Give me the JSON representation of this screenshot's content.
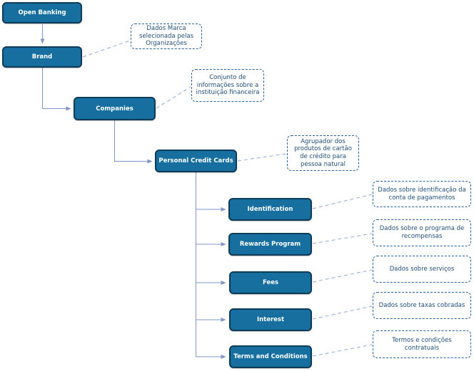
{
  "diagram": {
    "type": "hierarchy-mindmap",
    "colors": {
      "node_fill": "#166f9e",
      "node_border": "#0d3b58",
      "node_text": "#ffffff",
      "note_border": "#2a6099",
      "note_text": "#1f4e79",
      "connector": "#8195c9",
      "dashed_connector": "#93a7d7"
    },
    "nodes": [
      {
        "id": "open-banking",
        "label": "Open Banking",
        "level": 0
      },
      {
        "id": "brand",
        "label": "Brand",
        "level": 1
      },
      {
        "id": "companies",
        "label": "Companies",
        "level": 2
      },
      {
        "id": "personal-credit-cards",
        "label": "Personal Credit Cards",
        "level": 3
      },
      {
        "id": "identification",
        "label": "Identification",
        "level": 4
      },
      {
        "id": "rewards-program",
        "label": "Rewards Program",
        "level": 4
      },
      {
        "id": "fees",
        "label": "Fees",
        "level": 4
      },
      {
        "id": "interest",
        "label": "Interest",
        "level": 4
      },
      {
        "id": "terms-and-conditions",
        "label": "Terms and Conditions",
        "level": 4
      }
    ],
    "notes": [
      {
        "for": "brand",
        "text": "Dados Marca selecionada pelas Organizações"
      },
      {
        "for": "companies",
        "text": "Conjunto de informações sobre a instituição financeira"
      },
      {
        "for": "personal-credit-cards",
        "text": "Agrupador dos produtos de cartão de crédito para pessoa natural"
      },
      {
        "for": "identification",
        "text": "Dados sobre identificação da conta de pagamentos"
      },
      {
        "for": "rewards-program",
        "text": "Dados sobre o programa de recompensas"
      },
      {
        "for": "fees",
        "text": "Dados sobre serviços"
      },
      {
        "for": "interest",
        "text": "Dados sobre taxas cobradas"
      },
      {
        "for": "terms-and-conditions",
        "text": "Termos e condições contratuais"
      }
    ],
    "edges": [
      {
        "from": "open-banking",
        "to": "brand"
      },
      {
        "from": "brand",
        "to": "companies"
      },
      {
        "from": "companies",
        "to": "personal-credit-cards"
      },
      {
        "from": "personal-credit-cards",
        "to": "identification"
      },
      {
        "from": "personal-credit-cards",
        "to": "rewards-program"
      },
      {
        "from": "personal-credit-cards",
        "to": "fees"
      },
      {
        "from": "personal-credit-cards",
        "to": "interest"
      },
      {
        "from": "personal-credit-cards",
        "to": "terms-and-conditions"
      }
    ]
  }
}
